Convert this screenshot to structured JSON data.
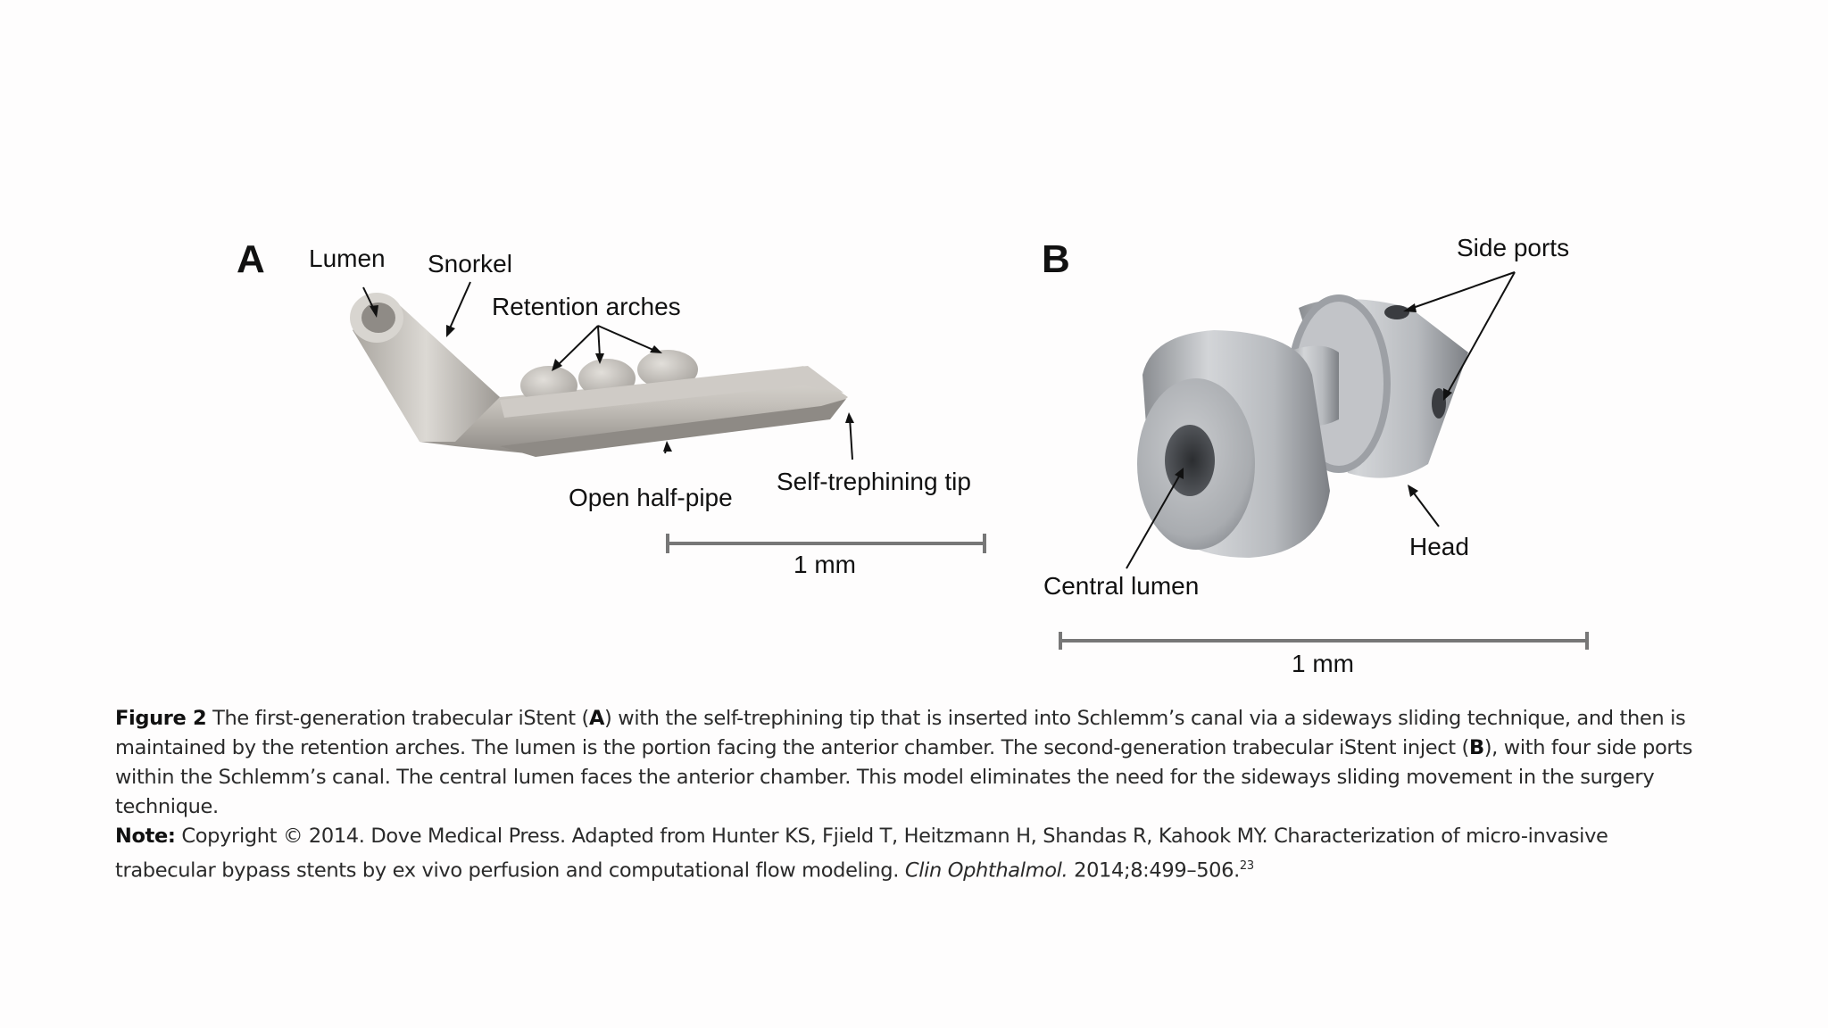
{
  "panel_a": {
    "letter": "A",
    "labels": {
      "lumen": "Lumen",
      "snorkel": "Snorkel",
      "retention_arches": "Retention arches",
      "open_half_pipe": "Open half-pipe",
      "self_trephining_tip": "Self-trephining tip"
    },
    "scale_bar": "1 mm"
  },
  "panel_b": {
    "letter": "B",
    "labels": {
      "side_ports": "Side ports",
      "central_lumen": "Central lumen",
      "head": "Head"
    },
    "scale_bar": "1 mm"
  },
  "caption": {
    "figure_label": "Figure 2",
    "part1": " The first-generation trabecular iStent (",
    "letter_a": "A",
    "part2": ") with the self-trephining tip that is inserted into Schlemm’s canal via a sideways sliding technique, and then is maintained by the retention arches. The lumen is the portion facing the anterior chamber. The second-generation trabecular iStent inject (",
    "letter_b": "B",
    "part3": "), with four side ports within the Schlemm’s canal. The central lumen faces the anterior chamber. This model eliminates the need for the sideways sliding movement in the surgery technique.",
    "note_label": "Note:",
    "note_text": " Copyright © 2014. Dove Medical Press. Adapted from Hunter KS, Fjield T, Heitzmann H, Shandas R, Kahook MY. Characterization of micro-invasive trabecular bypass stents by ex vivo perfusion and computational flow modeling. ",
    "journal": "Clin Ophthalmol.",
    "citation": " 2014;8:499–506.",
    "ref_number": "23"
  }
}
